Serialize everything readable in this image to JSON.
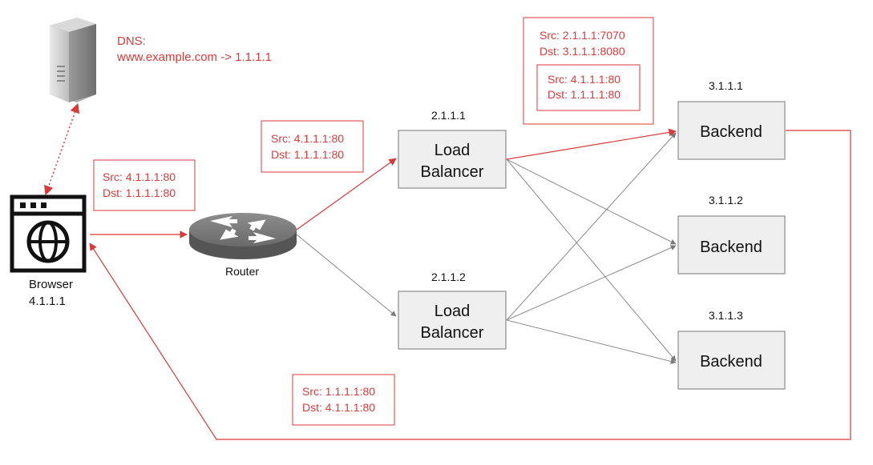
{
  "colors": {
    "accent_red": "#d83a3a",
    "gray_arrow": "#8a8a8a",
    "box_fill": "#efefef",
    "box_stroke": "#8c8c8c"
  },
  "dns": {
    "line1": "DNS:",
    "line2": "www.example.com -> 1.1.1.1",
    "icon": "server-icon"
  },
  "browser": {
    "name": "Browser",
    "ip": "4.1.1.1",
    "icon": "browser-globe-icon"
  },
  "router": {
    "name": "Router",
    "icon": "router-icon"
  },
  "load_balancers": [
    {
      "ip": "2.1.1.1",
      "line1": "Load",
      "line2": "Balancer"
    },
    {
      "ip": "2.1.1.2",
      "line1": "Load",
      "line2": "Balancer"
    }
  ],
  "backends": [
    {
      "ip": "3.1.1.1",
      "label": "Backend"
    },
    {
      "ip": "3.1.1.2",
      "label": "Backend"
    },
    {
      "ip": "3.1.1.3",
      "label": "Backend"
    }
  ],
  "packets": {
    "browser_to_router": {
      "src": "Src: 4.1.1.1:80",
      "dst": "Dst: 1.1.1.1:80"
    },
    "router_to_lb": {
      "src": "Src: 4.1.1.1:80",
      "dst": "Dst: 1.1.1.1:80"
    },
    "lb_to_backend_outer": {
      "src": "Src: 2.1.1.1:7070",
      "dst": "Dst: 3.1.1.1:8080"
    },
    "lb_to_backend_inner": {
      "src": "Src: 4.1.1.1:80",
      "dst": "Dst: 1.1.1.1:80"
    },
    "backend_to_browser": {
      "src": "Src: 1.1.1.1:80",
      "dst": "Dst: 4.1.1.1:80"
    }
  }
}
